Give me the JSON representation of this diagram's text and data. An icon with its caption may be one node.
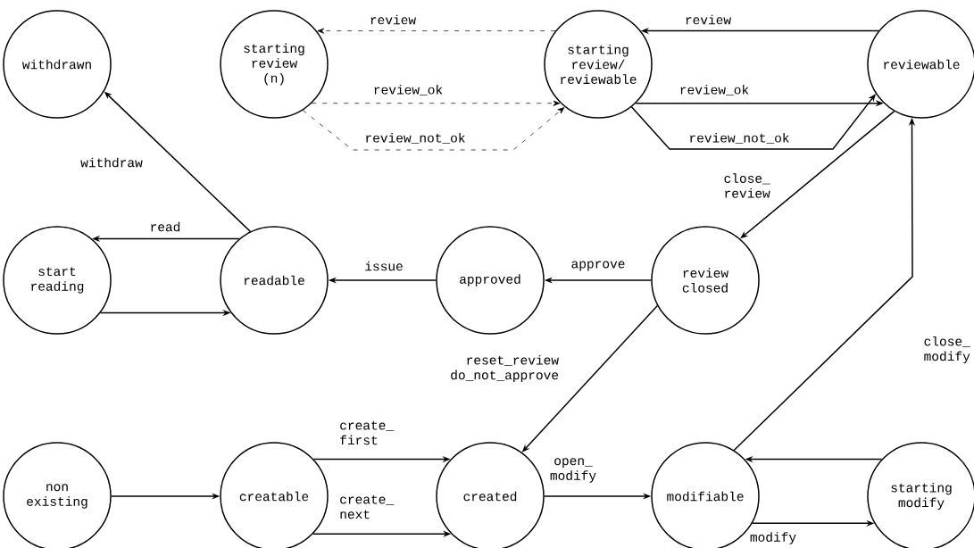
{
  "diagram": {
    "nodes": [
      {
        "text": [
          "withdrawn"
        ]
      },
      {
        "text": [
          "starting review (n)"
        ]
      },
      {
        "text": [
          "starting review/ reviewable"
        ]
      },
      {
        "text": [
          "reviewable"
        ]
      },
      {
        "text": [
          "start reading"
        ]
      },
      {
        "text": [
          "readable"
        ]
      },
      {
        "text": [
          "approved"
        ]
      },
      {
        "text": [
          "review closed"
        ]
      },
      {
        "text": [
          "non existing"
        ]
      },
      {
        "text": [
          "creatable"
        ]
      },
      {
        "text": [
          "created"
        ]
      },
      {
        "text": [
          "modifiable"
        ]
      },
      {
        "text": [
          "starting modify"
        ]
      }
    ],
    "edges": [
      {
        "from": 3,
        "to": 2,
        "arrow": "to",
        "label": "review"
      },
      {
        "from": 2,
        "to": 1,
        "arrow": "to",
        "label": "review",
        "style": "dashed"
      },
      {
        "from": 1,
        "to": 2,
        "arrow": "to",
        "label": "review_ok",
        "style": "dashed"
      },
      {
        "from": 1,
        "to": 2,
        "arrow": "to",
        "label": "review_not_ok",
        "style": "dashed"
      },
      {
        "from": 2,
        "to": 3,
        "arrow": "to",
        "label": "review_ok"
      },
      {
        "from": 2,
        "to": 3,
        "arrow": "to",
        "label": "review_not_ok"
      },
      {
        "from": 3,
        "to": 7,
        "arrow": "to",
        "label": "close_ review"
      },
      {
        "from": 11,
        "to": 3,
        "arrow": "to",
        "label": "close_ modify"
      },
      {
        "from": 7,
        "to": 6,
        "arrow": "to",
        "label": "approve"
      },
      {
        "from": 6,
        "to": 5,
        "arrow": "to",
        "label": "issue"
      },
      {
        "from": 5,
        "to": 4,
        "arrow": "to",
        "label": "read"
      },
      {
        "from": 4,
        "to": 5,
        "arrow": "to"
      },
      {
        "from": 5,
        "to": 0,
        "arrow": "to",
        "label": "withdraw"
      },
      {
        "from": 7,
        "to": 10,
        "arrow": "to",
        "label": "reset_review do_not_approve"
      },
      {
        "from": 8,
        "to": 9,
        "arrow": "to"
      },
      {
        "from": 9,
        "to": 10,
        "arrow": "to",
        "label": "create_ first"
      },
      {
        "from": 9,
        "to": 10,
        "arrow": "to",
        "label": "create_ next"
      },
      {
        "from": 10,
        "to": 11,
        "arrow": "to",
        "label": "open_ modify"
      },
      {
        "from": 12,
        "to": 11,
        "arrow": "to"
      },
      {
        "from": 11,
        "to": 12,
        "arrow": "to",
        "label": "modify"
      }
    ]
  }
}
